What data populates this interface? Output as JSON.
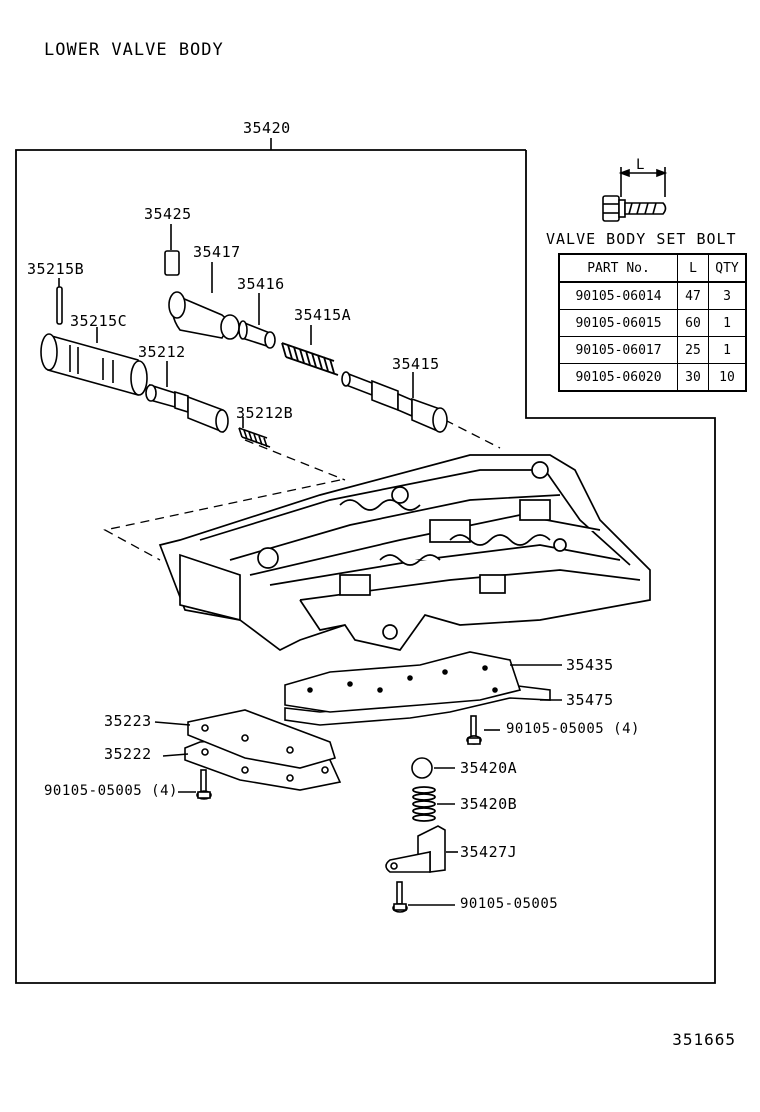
{
  "header": {
    "title": "LOWER VALVE BODY"
  },
  "footer": {
    "code": "351665"
  },
  "callouts": {
    "main_assembly": "35420",
    "valve_body_set_bolt": "VALVE BODY SET BOLT",
    "length_symbol": "L",
    "parts": [
      {
        "id": "p35425",
        "label": "35425"
      },
      {
        "id": "p35417",
        "label": "35417"
      },
      {
        "id": "p35215B",
        "label": "35215B"
      },
      {
        "id": "p35416",
        "label": "35416"
      },
      {
        "id": "p35215C",
        "label": "35215C"
      },
      {
        "id": "p35415A",
        "label": "35415A"
      },
      {
        "id": "p35212",
        "label": "35212"
      },
      {
        "id": "p35415",
        "label": "35415"
      },
      {
        "id": "p35212B",
        "label": "35212B"
      },
      {
        "id": "p35435",
        "label": "35435"
      },
      {
        "id": "p35475",
        "label": "35475"
      },
      {
        "id": "p35223",
        "label": "35223"
      },
      {
        "id": "p90105a",
        "label": "90105-05005 (4)"
      },
      {
        "id": "p35222",
        "label": "35222"
      },
      {
        "id": "p35420A",
        "label": "35420A"
      },
      {
        "id": "p90105b",
        "label": "90105-05005 (4)"
      },
      {
        "id": "p35420B",
        "label": "35420B"
      },
      {
        "id": "p35427J",
        "label": "35427J"
      },
      {
        "id": "p90105c",
        "label": "90105-05005"
      }
    ]
  },
  "bolt_table": {
    "headers": [
      "PART No.",
      "L",
      "QTY"
    ],
    "rows": [
      [
        "90105-06014",
        "47",
        "3"
      ],
      [
        "90105-06015",
        "60",
        "1"
      ],
      [
        "90105-06017",
        "25",
        "1"
      ],
      [
        "90105-06020",
        "30",
        "10"
      ]
    ]
  }
}
